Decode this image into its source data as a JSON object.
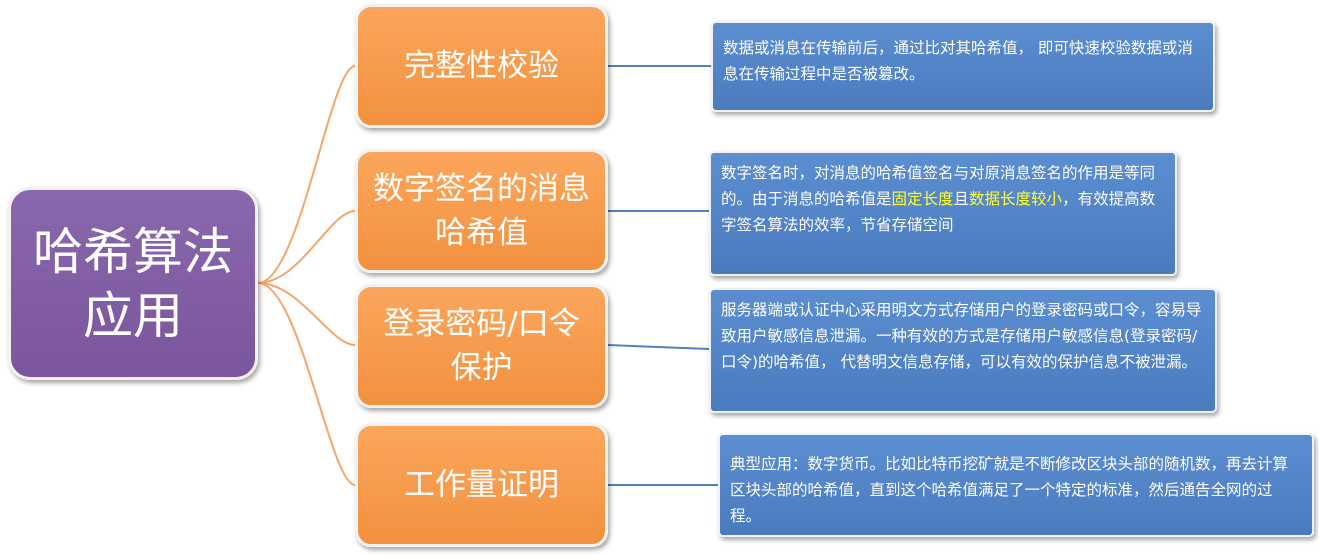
{
  "root": {
    "line1": "哈希算法",
    "line2": "应用"
  },
  "topics": [
    {
      "title_line1": "完整性校验",
      "title_line2": "",
      "description": [
        "数据或消息在传输前后，通过比对其哈希值， 即可快速校验数据或消息在传输过程中是否被篡改。"
      ]
    },
    {
      "title_line1": "数字签名的消息",
      "title_line2": "哈希值",
      "description": [
        "数字签名时，对消息的哈希值签名与对原消息签名的作用是等同的。由于消息的哈希值是",
        "固定长度",
        "且",
        "数据长度较小",
        "，有效提高数字签名算法的效率，节省存储空间"
      ]
    },
    {
      "title_line1": "登录密码/口令",
      "title_line2": "保护",
      "description": [
        "服务器端或认证中心采用明文方式存储用户的登录密码或口令，容易导致用户敏感信息泄漏。一种有效的方式是存储用户敏感信息(登录密码/口令)的哈希值， 代替明文信息存储，可以有效的保护信息不被泄漏。"
      ]
    },
    {
      "title_line1": "工作量证明",
      "title_line2": "",
      "description": [
        "典型应用：数字货币。比如比特币挖矿就是不断修改区块头部的随机数，再去计算区块头部的哈希值，直到这个哈希值满足了一个特定的标准，然后通告全网的过程。"
      ]
    }
  ],
  "colors": {
    "root": "#7d5ba3",
    "topic": "#f79646",
    "description": "#4f81bd",
    "branch_line": "#f79646",
    "link_line": "#4f81bd",
    "highlight": "#ffff33"
  }
}
